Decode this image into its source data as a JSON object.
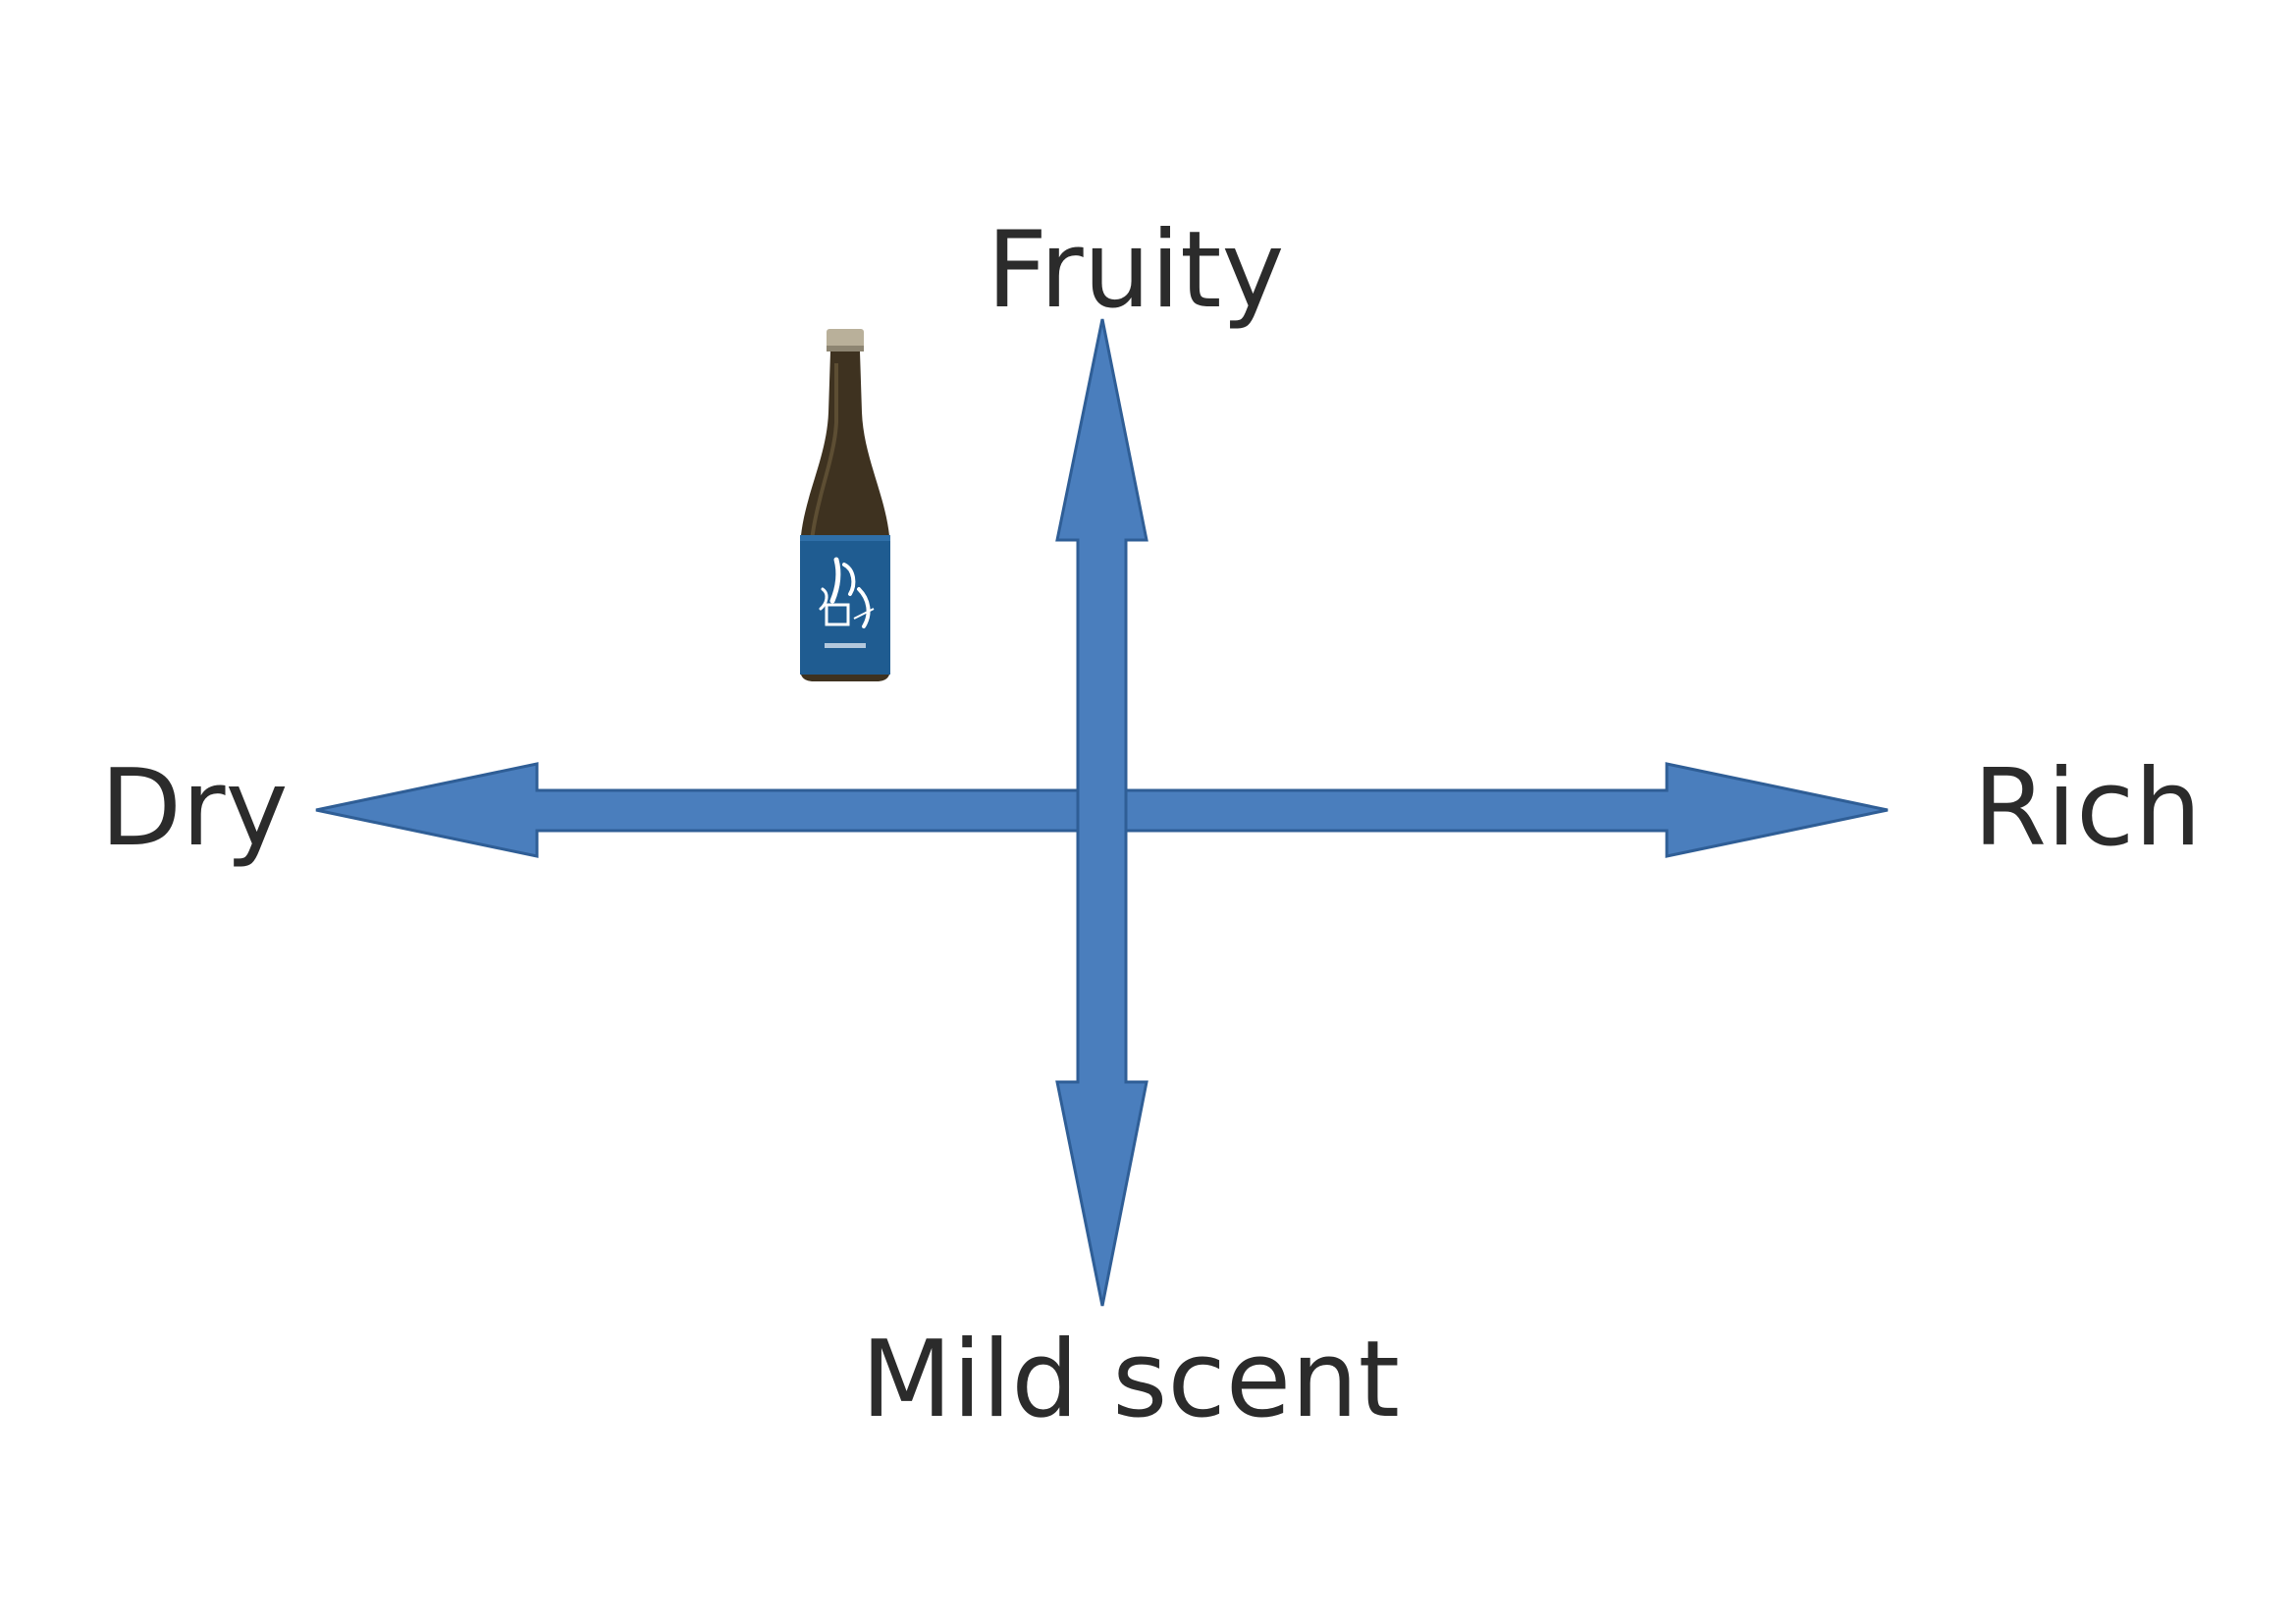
{
  "axes": {
    "top_label": "Fruity",
    "bottom_label": "Mild scent",
    "left_label": "Dry",
    "right_label": "Rich"
  },
  "colors": {
    "arrow_fill": "#4a7ebd",
    "arrow_stroke": "#2f5e96",
    "label_text": "#2b2b2b",
    "bottle_glass": "#3e3220",
    "bottle_label": "#1f5c91",
    "bottle_cap": "#b9b09a"
  },
  "product": {
    "icon": "sake-bottle-icon",
    "quadrant": "top-left"
  }
}
